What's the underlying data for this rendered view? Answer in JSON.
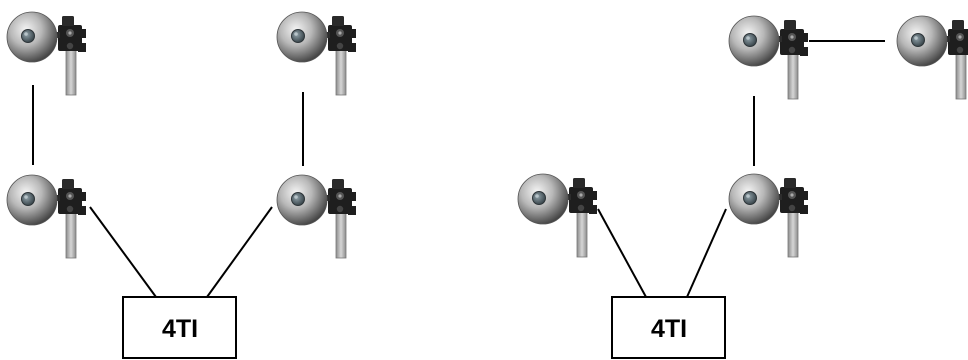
{
  "diagrams": [
    {
      "controller": {
        "label": "4TI"
      }
    },
    {
      "controller": {
        "label": "4TI"
      }
    }
  ],
  "colors": {
    "background": "#ffffff",
    "line": "#000000",
    "sphere_light": "#f2f2f2",
    "sphere_dark": "#3c3c3c",
    "lens": "#55636a",
    "mount": "#1e1e1e",
    "post": "#a9a9a9"
  },
  "icons": {
    "sensor": "spherical-sensor-icon",
    "controller": "controller-box"
  }
}
